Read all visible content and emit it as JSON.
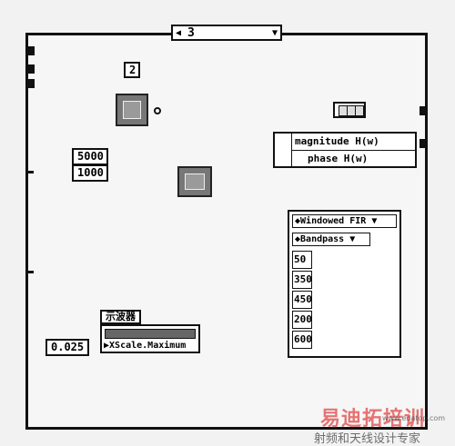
{
  "case_selector": {
    "value": "3"
  },
  "constants": {
    "order": "2",
    "sampling_rate": "5000",
    "samples": "1000",
    "scale_max": "0.025"
  },
  "filter_labels": {
    "row1": "magnitude H(w)",
    "row2": "phase H(w)"
  },
  "fir_cluster": {
    "window_type": "Windowed FIR",
    "filter_type": "Bandpass",
    "params": [
      "50",
      "350",
      "450",
      "200",
      "600"
    ]
  },
  "scope": {
    "label": "示波器",
    "property": "XScale.Maximum"
  },
  "watermark": {
    "line1": "易迪拓培训",
    "line2": "射频和天线设计专家",
    "line3": "www.edatop.com"
  },
  "icons": [
    "left-arrow-icon",
    "down-arrow-icon",
    "ring-arrow-icon",
    "waveform-vi-icon",
    "filter-vi-icon",
    "bundle-icon"
  ]
}
